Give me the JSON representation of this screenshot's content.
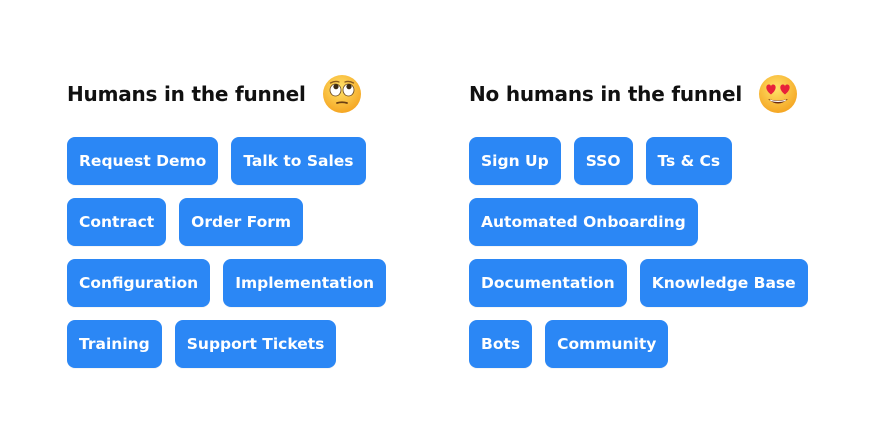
{
  "left": {
    "title": "Humans in the funnel",
    "emoji": "eye-roll-emoji-icon",
    "rows": [
      [
        "Request Demo",
        "Talk to Sales"
      ],
      [
        "Contract",
        "Order Form"
      ],
      [
        "Configuration",
        "Implementation"
      ],
      [
        "Training",
        "Support Tickets"
      ]
    ]
  },
  "right": {
    "title": "No humans in the funnel",
    "emoji": "heart-eyes-emoji-icon",
    "rows": [
      [
        "Sign Up",
        "SSO",
        "Ts & Cs"
      ],
      [
        "Automated Onboarding"
      ],
      [
        "Documentation",
        "Knowledge Base"
      ],
      [
        "Bots",
        "Community"
      ]
    ]
  },
  "colors": {
    "chip": "#2b87f5",
    "chip_text": "#ffffff",
    "heading": "#111111"
  }
}
